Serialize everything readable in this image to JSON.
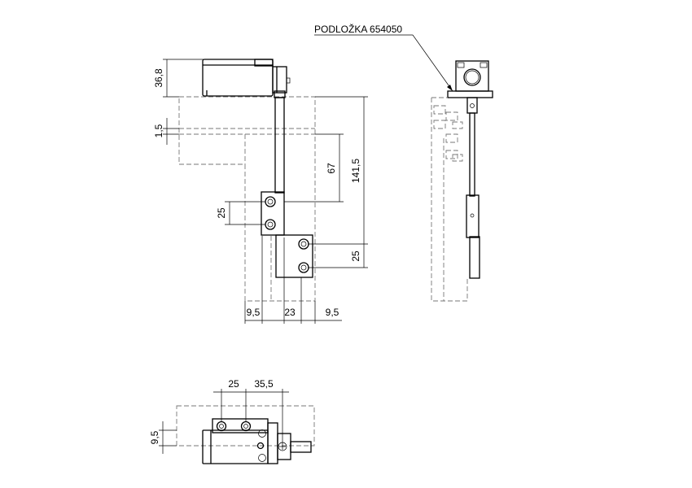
{
  "callout": {
    "label": "PODLOŽKA 654050"
  },
  "front_view": {
    "dims": {
      "d36_8": "36,8",
      "d1_5": "1,5",
      "d141_5": "141,5",
      "d67": "67",
      "d25_left": "25",
      "d25_right": "25",
      "d9_5_left": "9,5",
      "d23": "23",
      "d9_5_right": "9,5"
    }
  },
  "top_view": {
    "dims": {
      "d25": "25",
      "d35_5": "35,5",
      "d9_5": "9,5"
    }
  }
}
